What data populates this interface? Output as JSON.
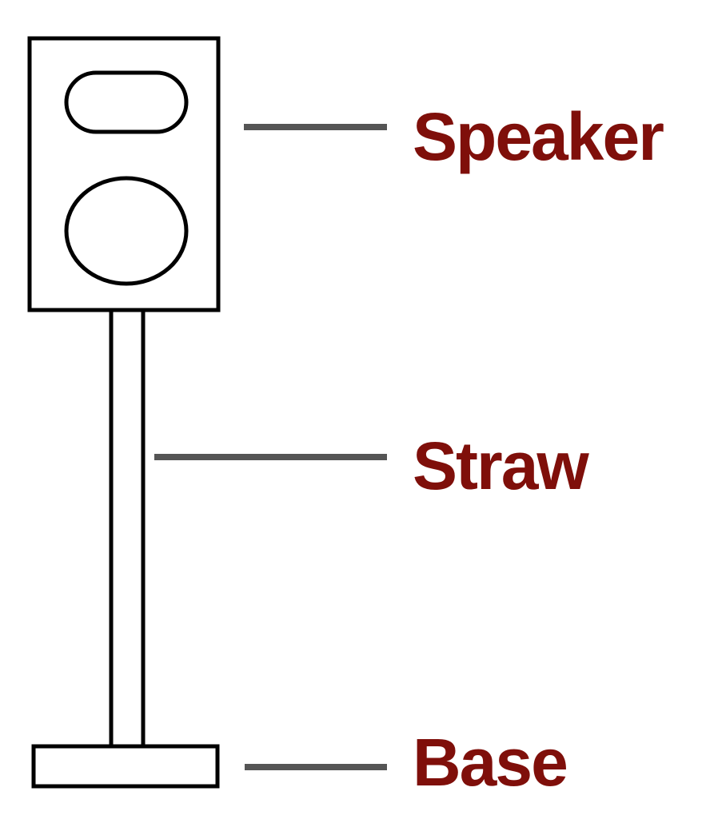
{
  "labels": {
    "speaker": "Speaker",
    "straw": "Straw",
    "base": "Base"
  },
  "colors": {
    "label": "#7f0f0a",
    "leader_line": "#555555",
    "outline": "#000000",
    "background": "#ffffff"
  }
}
